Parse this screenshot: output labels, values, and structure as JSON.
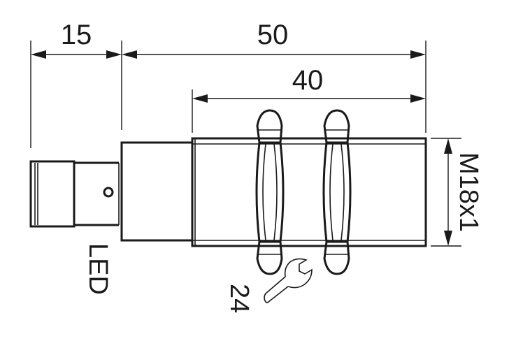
{
  "dimensions": {
    "connector_length": "15",
    "total_length": "50",
    "thread_length": "40",
    "thread_size": "M18x1"
  },
  "labels": {
    "led": "LED",
    "wrench_size": "24"
  },
  "icons": [
    "wrench-icon",
    "led-indicator-icon"
  ]
}
